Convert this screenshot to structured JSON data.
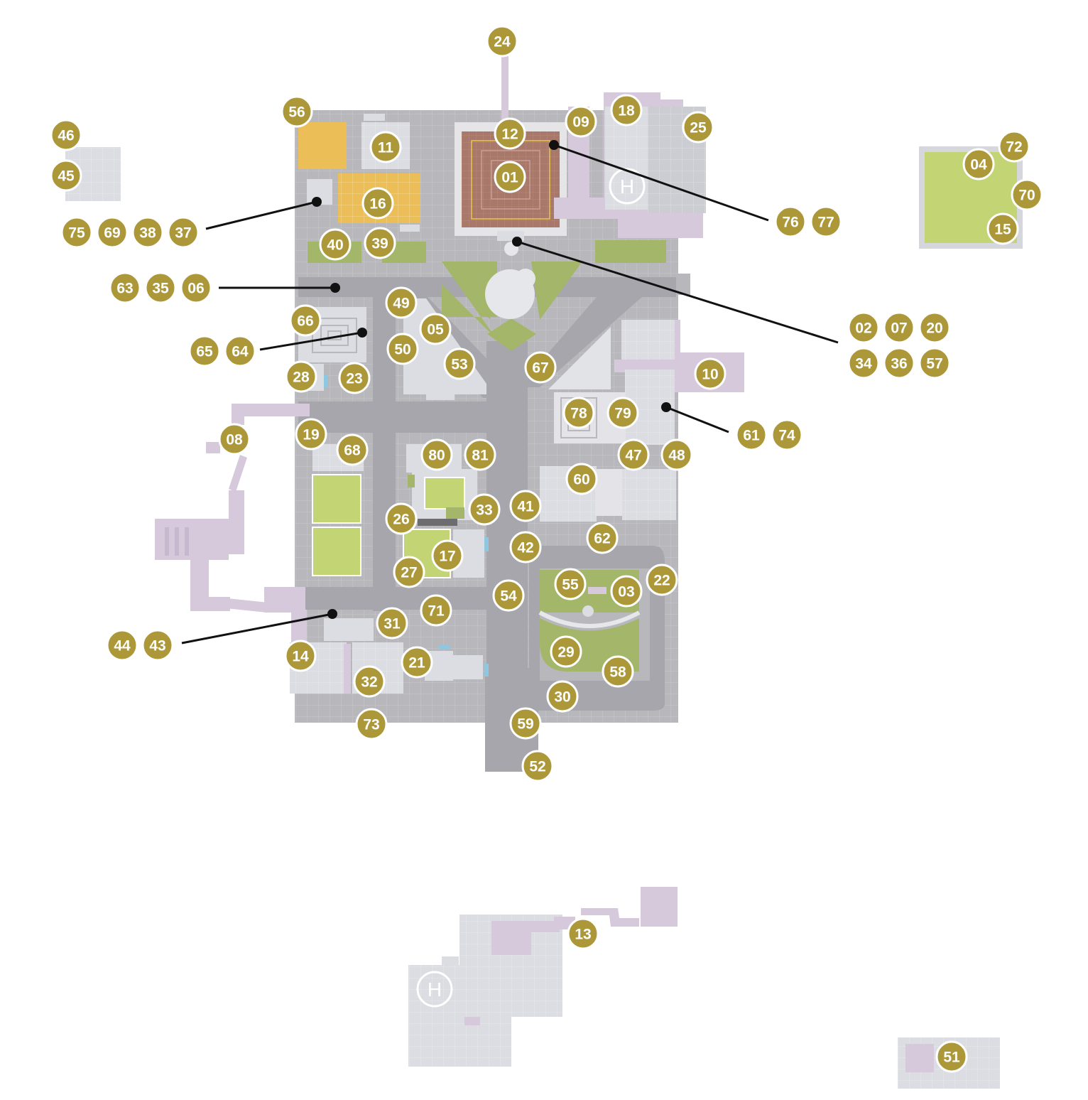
{
  "colors": {
    "marker_fill": "#ac9739",
    "marker_stroke": "#ffffff",
    "plaza": "#b8b8bc",
    "road": "#a7a6ad",
    "building": "#dcdde2",
    "annex": "#d6c9dc",
    "lawn": "#c2d474",
    "lawn_dark": "#a4b669",
    "orange": "#ecbe58",
    "temple": "#a8786a",
    "leader": "#111111"
  },
  "icons": {
    "marker": "numbered-circle-icon",
    "pointer": "leader-dot-icon",
    "helipad": "helipad-icon"
  },
  "helipad_label": "H",
  "markers": [
    {
      "id": "01",
      "label": "01"
    },
    {
      "id": "02",
      "label": "02"
    },
    {
      "id": "03",
      "label": "03"
    },
    {
      "id": "04",
      "label": "04"
    },
    {
      "id": "05",
      "label": "05"
    },
    {
      "id": "06",
      "label": "06"
    },
    {
      "id": "07",
      "label": "07"
    },
    {
      "id": "08",
      "label": "08"
    },
    {
      "id": "09",
      "label": "09"
    },
    {
      "id": "10",
      "label": "10"
    },
    {
      "id": "11",
      "label": "11"
    },
    {
      "id": "12",
      "label": "12"
    },
    {
      "id": "13",
      "label": "13"
    },
    {
      "id": "14",
      "label": "14"
    },
    {
      "id": "15",
      "label": "15"
    },
    {
      "id": "16",
      "label": "16"
    },
    {
      "id": "17",
      "label": "17"
    },
    {
      "id": "18",
      "label": "18"
    },
    {
      "id": "19",
      "label": "19"
    },
    {
      "id": "20",
      "label": "20"
    },
    {
      "id": "21",
      "label": "21"
    },
    {
      "id": "22",
      "label": "22"
    },
    {
      "id": "23",
      "label": "23"
    },
    {
      "id": "24",
      "label": "24"
    },
    {
      "id": "25",
      "label": "25"
    },
    {
      "id": "26",
      "label": "26"
    },
    {
      "id": "27",
      "label": "27"
    },
    {
      "id": "28",
      "label": "28"
    },
    {
      "id": "29",
      "label": "29"
    },
    {
      "id": "30",
      "label": "30"
    },
    {
      "id": "31",
      "label": "31"
    },
    {
      "id": "32",
      "label": "32"
    },
    {
      "id": "33",
      "label": "33"
    },
    {
      "id": "34",
      "label": "34"
    },
    {
      "id": "35",
      "label": "35"
    },
    {
      "id": "36",
      "label": "36"
    },
    {
      "id": "37",
      "label": "37"
    },
    {
      "id": "38",
      "label": "38"
    },
    {
      "id": "39",
      "label": "39"
    },
    {
      "id": "40",
      "label": "40"
    },
    {
      "id": "41",
      "label": "41"
    },
    {
      "id": "42",
      "label": "42"
    },
    {
      "id": "43",
      "label": "43"
    },
    {
      "id": "44",
      "label": "44"
    },
    {
      "id": "45",
      "label": "45"
    },
    {
      "id": "46",
      "label": "46"
    },
    {
      "id": "47",
      "label": "47"
    },
    {
      "id": "48",
      "label": "48"
    },
    {
      "id": "49",
      "label": "49"
    },
    {
      "id": "50",
      "label": "50"
    },
    {
      "id": "51",
      "label": "51"
    },
    {
      "id": "52",
      "label": "52"
    },
    {
      "id": "53",
      "label": "53"
    },
    {
      "id": "54",
      "label": "54"
    },
    {
      "id": "55",
      "label": "55"
    },
    {
      "id": "56",
      "label": "56"
    },
    {
      "id": "57",
      "label": "57"
    },
    {
      "id": "58",
      "label": "58"
    },
    {
      "id": "59",
      "label": "59"
    },
    {
      "id": "60",
      "label": "60"
    },
    {
      "id": "61",
      "label": "61"
    },
    {
      "id": "62",
      "label": "62"
    },
    {
      "id": "63",
      "label": "63"
    },
    {
      "id": "64",
      "label": "64"
    },
    {
      "id": "65",
      "label": "65"
    },
    {
      "id": "66",
      "label": "66"
    },
    {
      "id": "67",
      "label": "67"
    },
    {
      "id": "68",
      "label": "68"
    },
    {
      "id": "69",
      "label": "69"
    },
    {
      "id": "70",
      "label": "70"
    },
    {
      "id": "71",
      "label": "71"
    },
    {
      "id": "72",
      "label": "72"
    },
    {
      "id": "73",
      "label": "73"
    },
    {
      "id": "74",
      "label": "74"
    },
    {
      "id": "75",
      "label": "75"
    },
    {
      "id": "76",
      "label": "76"
    },
    {
      "id": "77",
      "label": "77"
    },
    {
      "id": "78",
      "label": "78"
    },
    {
      "id": "79",
      "label": "79"
    },
    {
      "id": "80",
      "label": "80"
    },
    {
      "id": "81",
      "label": "81"
    }
  ]
}
